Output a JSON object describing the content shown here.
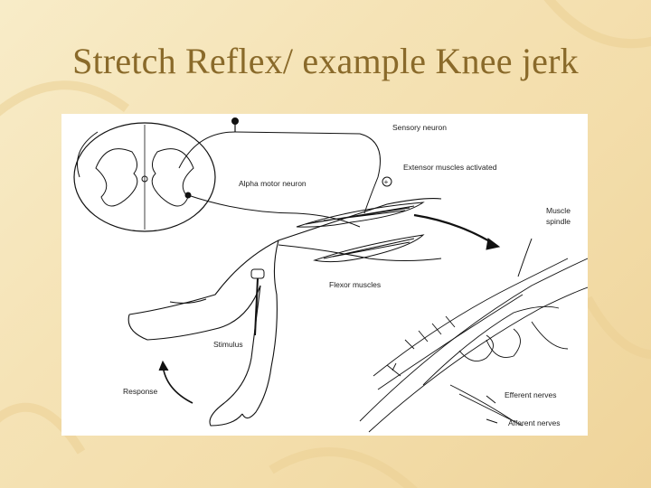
{
  "slide": {
    "title": "Stretch Reflex/ example Knee jerk"
  },
  "diagram": {
    "labels": {
      "sensory_neuron": "Sensory neuron",
      "extensor_activated": "Extensor muscles activated",
      "plus_sign": "+",
      "alpha_motor_neuron": "Alpha motor neuron",
      "muscle": "Muscle",
      "spindle": "spindle",
      "flexor_muscles": "Flexor muscles",
      "stimulus": "Stimulus",
      "response": "Response",
      "efferent_nerves": "Efferent nerves",
      "afferent_nerves": "Afferent nerves"
    }
  }
}
